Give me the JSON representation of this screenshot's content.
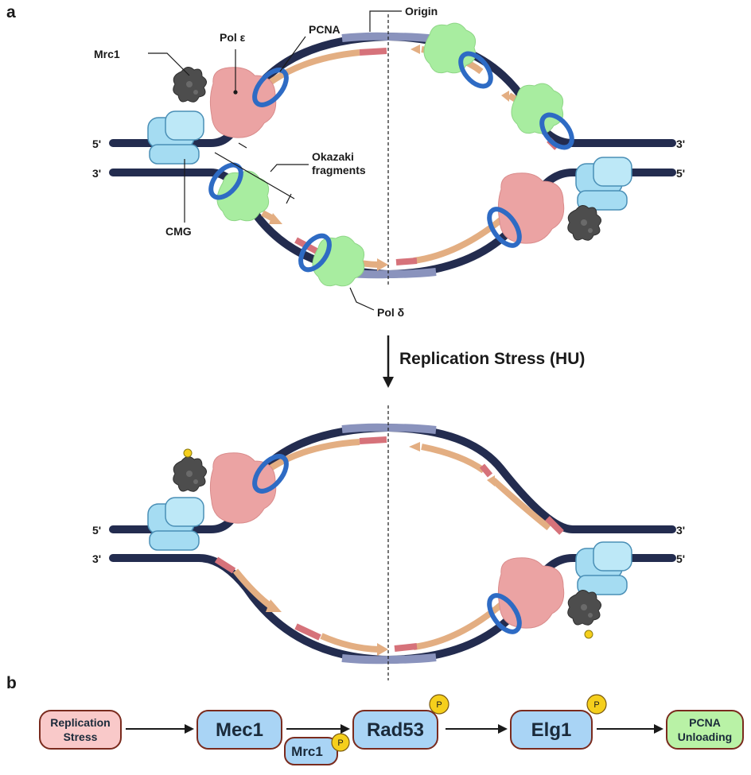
{
  "panels": {
    "a": "a",
    "b": "b"
  },
  "labels": {
    "mrc1": "Mrc1",
    "pol_epsilon": "Pol ε",
    "pcna": "PCNA",
    "origin": "Origin",
    "okazaki_1": "Okazaki",
    "okazaki_2": "fragments",
    "cmg": "CMG",
    "pol_delta": "Pol δ",
    "five_prime": "5'",
    "three_prime": "3'"
  },
  "transition": "Replication Stress (HU)",
  "pathway": {
    "replication_stress_1": "Replication",
    "replication_stress_2": "Stress",
    "mec1": "Mec1",
    "mrc1": "Mrc1",
    "rad53": "Rad53",
    "elg1": "Elg1",
    "pcna_unloading_1": "PCNA",
    "pcna_unloading_2": "Unloading",
    "phospho": "P"
  },
  "colors": {
    "dna": "#232c4f",
    "origin_dna": "#8a93bd",
    "nascent": "#e3ae82",
    "primer": "#d6727a",
    "pcna": "#2e6bc4",
    "pol_epsilon": "#eba3a3",
    "pol_delta": "#a8eda0",
    "cmg": "#a5dcf2",
    "mrc1": "#555555",
    "phosphate": "#f5cf1c"
  }
}
